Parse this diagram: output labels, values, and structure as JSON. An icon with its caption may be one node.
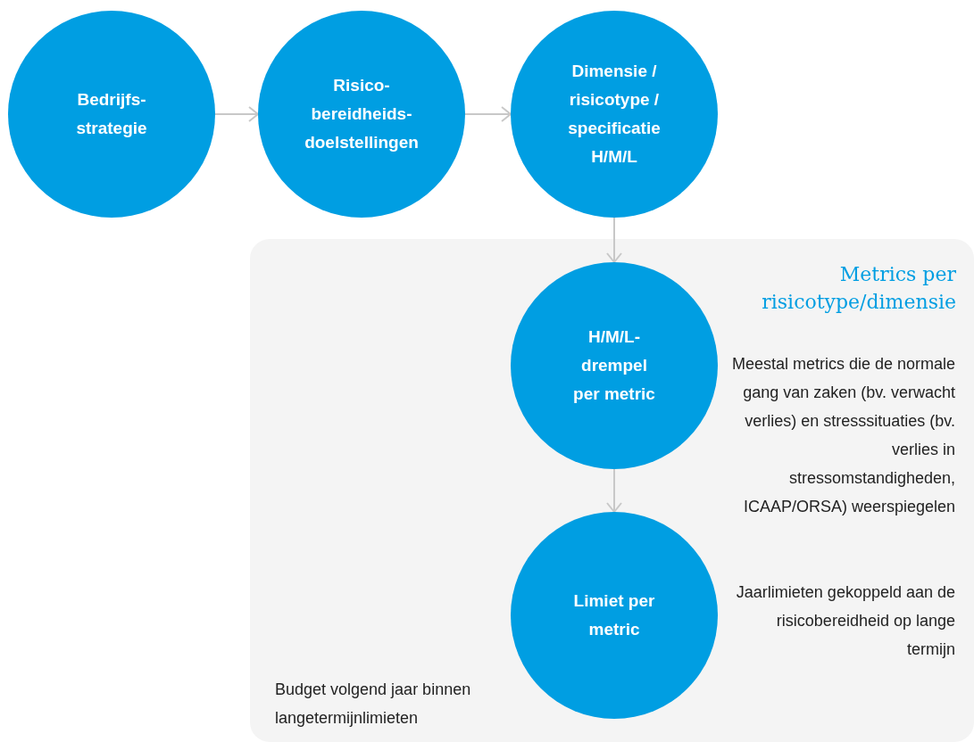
{
  "diagram": {
    "nodes": [
      {
        "text": [
          "Bedrijfs- strategie"
        ]
      },
      {
        "text": [
          "Risico- bereidheids- doelstellingen"
        ]
      },
      {
        "text": [
          "Dimensie / risicotype / specificatie H/M/L"
        ]
      },
      {
        "text": [
          "Metrics per risicotype/dimensie"
        ]
      },
      {
        "text": [
          "H/M/L- drempel per metric"
        ],
        "in": 3
      },
      {
        "text": [
          "Limiet per metric"
        ],
        "in": 3
      }
    ],
    "edges": [
      {
        "from": 0,
        "to": 1,
        "arrow": "to"
      },
      {
        "from": 1,
        "to": 2,
        "arrow": "to"
      },
      {
        "from": 2,
        "to": 4,
        "arrow": "to"
      },
      {
        "from": 4,
        "to": 5,
        "arrow": "to"
      }
    ],
    "labels": [
      "Meestal metrics die de normale gang van zaken (bv. verwacht verlies) en stresssituaties (bv. verlies in stressomstandigheden, ICAAP/ORSA) weerspiegelen",
      "Jaarlimieten gekoppeld aan de risicobereidheid op lange termijn",
      "Budget volgend jaar binnen langetermijnlimieten"
    ]
  }
}
